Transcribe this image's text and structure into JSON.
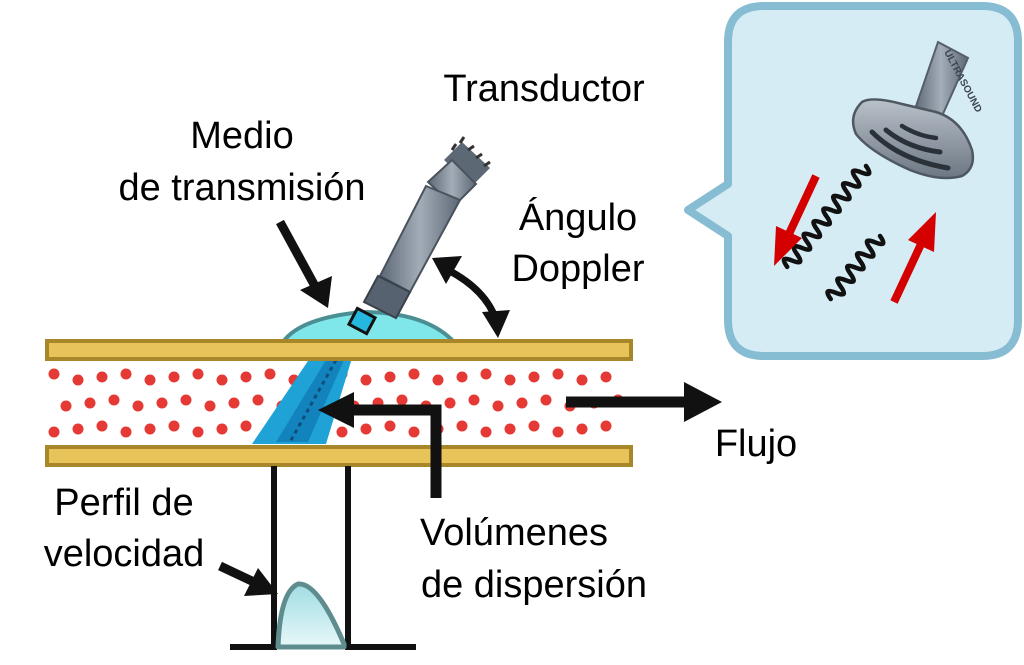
{
  "labels": {
    "transducer": "Transductor",
    "medium_line1": "Medio",
    "medium_line2": "de transmisión",
    "angle_line1": "Ángulo",
    "angle_line2": "Doppler",
    "flow": "Flujo",
    "profile_line1": "Perfil de",
    "profile_line2": "velocidad",
    "volumes_line1": "Volúmenes",
    "volumes_line2": "de dispersión"
  },
  "probe_engraving": "ULTRASOUND",
  "colors": {
    "vessel_wall": "#e8c35a",
    "vessel_wall_stroke": "#a8862a",
    "blood_cell": "#e53935",
    "gel": "#7fe6ea",
    "beam": "#1fa3d6",
    "callout_fill": "#d6ecf5",
    "callout_stroke": "#86bdd3",
    "doppler_arrow": "#d40000",
    "probe_body": "#7f8a96",
    "profile_fill": "#bde8ec",
    "profile_stroke": "#5f8d8f"
  }
}
